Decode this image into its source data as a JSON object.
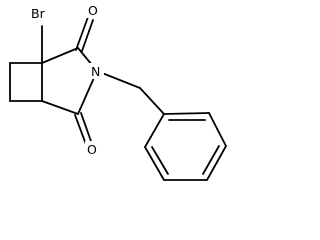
{
  "molecule": {
    "atom_labels": {
      "bromine": "Br",
      "nitrogen": "N",
      "oxygen_top": "O",
      "oxygen_bottom": "O"
    },
    "colors": {
      "bond": "#000000",
      "label": "#000000",
      "background": "#ffffff"
    }
  }
}
